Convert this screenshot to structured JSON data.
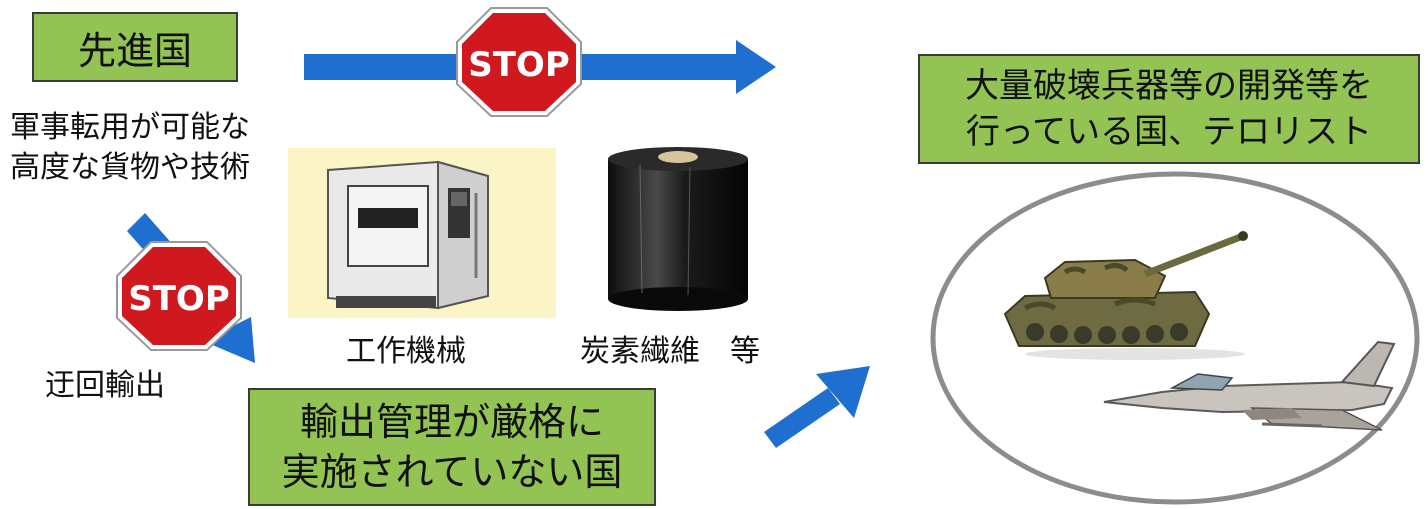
{
  "colors": {
    "green_box": "#92c353",
    "arrow_blue": "#1f6fd0",
    "stop_red": "#d0191f",
    "machine_bg": "#fbf4c6",
    "ellipse_stroke": "#8c8c8c"
  },
  "labels": {
    "advanced_country": "先進国",
    "military_line1": "軍事転用が可能な",
    "military_line2": "高度な貨物や技術",
    "detour": "迂回輸出",
    "machine_tools": "工作機械",
    "carbon_fiber": "炭素繊維　等",
    "lax_line1": "輸出管理が厳格に",
    "lax_line2": "実施されていない国",
    "wmd_line1": "大量破壊兵器等の開発等を",
    "wmd_line2": "行っている国、テロリスト"
  },
  "stop_signs": [
    {
      "text": "STOP"
    },
    {
      "text": "STOP"
    }
  ],
  "icons": [
    "machine-tool-icon",
    "carbon-fiber-spool-icon",
    "tank-icon",
    "fighter-jet-icon"
  ]
}
